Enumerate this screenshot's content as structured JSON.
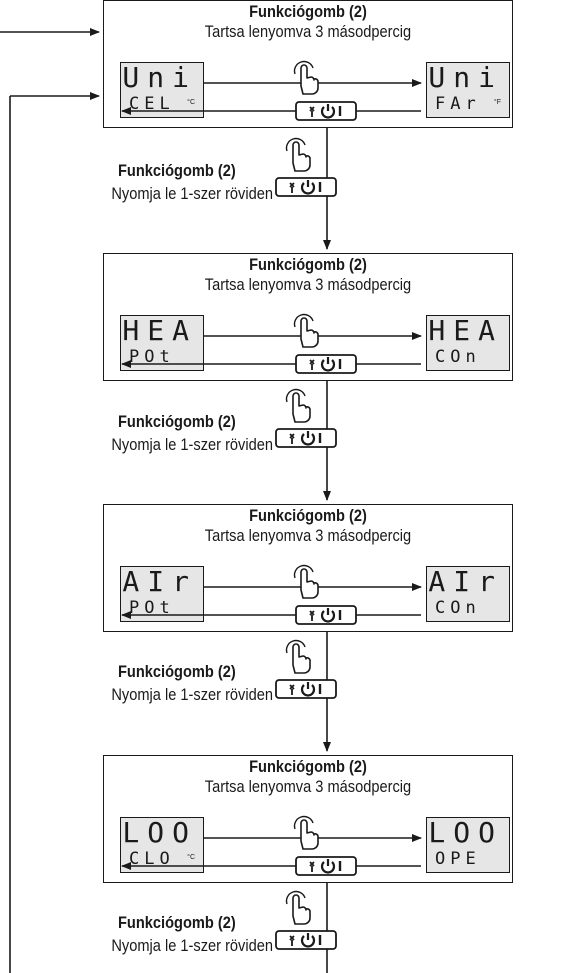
{
  "steps": [
    {
      "title": "Funkciógomb (2)",
      "subtitle": "Tartsa lenyomva 3 másodpercig",
      "left_display": {
        "top": "Uni",
        "bottom": "CEL",
        "unit": "°C"
      },
      "right_display": {
        "top": "Uni",
        "bottom": "FAr",
        "unit": "°F"
      }
    },
    {
      "title": "Funkciógomb (2)",
      "subtitle": "Tartsa lenyomva 3 másodpercig",
      "left_display": {
        "top": "HEA",
        "bottom": "POt",
        "unit": ""
      },
      "right_display": {
        "top": "HEA",
        "bottom": "COn",
        "unit": ""
      }
    },
    {
      "title": "Funkciógomb (2)",
      "subtitle": "Tartsa lenyomva 3 másodpercig",
      "left_display": {
        "top": "AIr",
        "bottom": "POt",
        "unit": ""
      },
      "right_display": {
        "top": "AIr",
        "bottom": "COn",
        "unit": ""
      }
    },
    {
      "title": "Funkciógomb (2)",
      "subtitle": "Tartsa lenyomva 3 másodpercig",
      "left_display": {
        "top": "LOO",
        "bottom": "CLO",
        "unit": "°C"
      },
      "right_display": {
        "top": "LOO",
        "bottom": "OPE",
        "unit": ""
      }
    }
  ],
  "transitions": [
    {
      "title": "Funkciógomb (2)",
      "subtitle": "Nyomja le 1-szer röviden"
    },
    {
      "title": "Funkciógomb (2)",
      "subtitle": "Nyomja le 1-szer röviden"
    },
    {
      "title": "Funkciógomb (2)",
      "subtitle": "Nyomja le 1-szer röviden"
    },
    {
      "title": "Funkciógomb (2)",
      "subtitle": "Nyomja le 1-szer röviden"
    }
  ],
  "button_icon": "wrench-power-icon",
  "hand_icon": "pointing-hand-icon"
}
